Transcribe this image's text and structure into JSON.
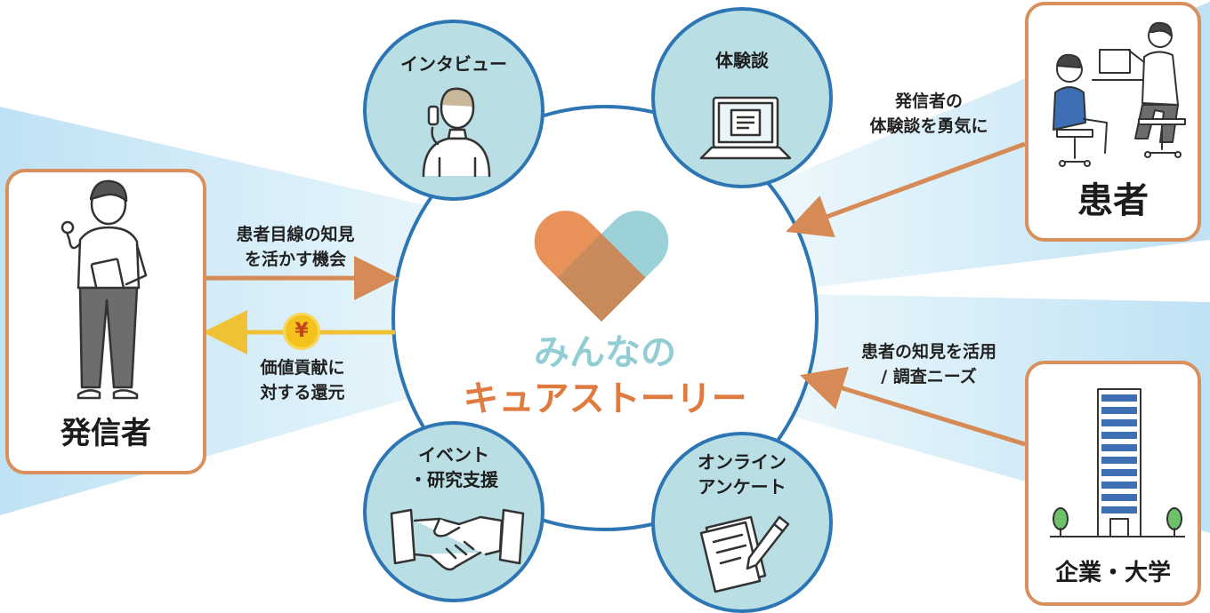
{
  "features": {
    "interview": "インタビュー",
    "experience": "体験談",
    "event_line1": "イベント",
    "event_line2": "・研究支援",
    "survey_line1": "オンライン",
    "survey_line2": "アンケート"
  },
  "actors": {
    "sender": "発信者",
    "patient": "患者",
    "company": "企業・大学"
  },
  "flows": {
    "sender_to_center_line1": "患者目線の知見",
    "sender_to_center_line2": "を活かす機会",
    "center_to_sender_line1": "価値貢献に",
    "center_to_sender_line2": "対する還元",
    "patient_line1": "発信者の",
    "patient_line2": "体験談を勇気に",
    "company_line1": "患者の知見を活用",
    "company_line2": "/ 調査ニーズ"
  },
  "logo": {
    "line1": "みんなの",
    "line2": "キュアストーリー"
  },
  "yen_symbol": "¥",
  "colors": {
    "ring": "#2d76b3",
    "feature_fill": "#b9dfe4",
    "card_border": "#d9905c",
    "arrow_orange": "#d68a55",
    "arrow_yellow": "#f0c233",
    "logo_teal": "#92cdd4",
    "logo_orange": "#e07b3f"
  }
}
